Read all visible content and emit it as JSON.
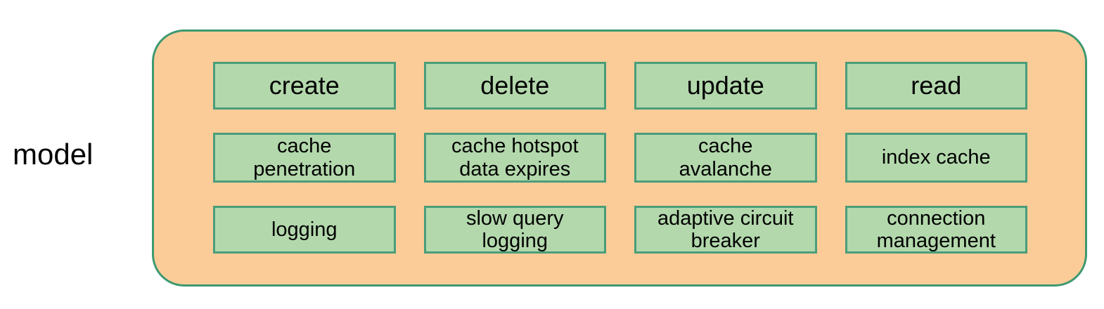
{
  "diagram": {
    "type": "block-diagram",
    "side_label": "model",
    "container": {
      "name": "model-group",
      "fill_color": "#fbcc98",
      "border_color": "#3d9970"
    },
    "node_style": {
      "fill_color": "#b3d8ac",
      "border_color": "#4a9d7a",
      "text_color": "#000000"
    },
    "rows": [
      {
        "name": "crud-operations",
        "nodes": [
          {
            "label": "create"
          },
          {
            "label": "delete"
          },
          {
            "label": "update"
          },
          {
            "label": "read"
          }
        ]
      },
      {
        "name": "cache-concerns",
        "nodes": [
          {
            "label": "cache\npenetration"
          },
          {
            "label": "cache hotspot\ndata expires"
          },
          {
            "label": "cache\navalanche"
          },
          {
            "label": "index cache"
          }
        ]
      },
      {
        "name": "observability-resilience",
        "nodes": [
          {
            "label": "logging"
          },
          {
            "label": "slow query\nlogging"
          },
          {
            "label": "adaptive circuit\nbreaker"
          },
          {
            "label": "connection\nmanagement"
          }
        ]
      }
    ]
  }
}
